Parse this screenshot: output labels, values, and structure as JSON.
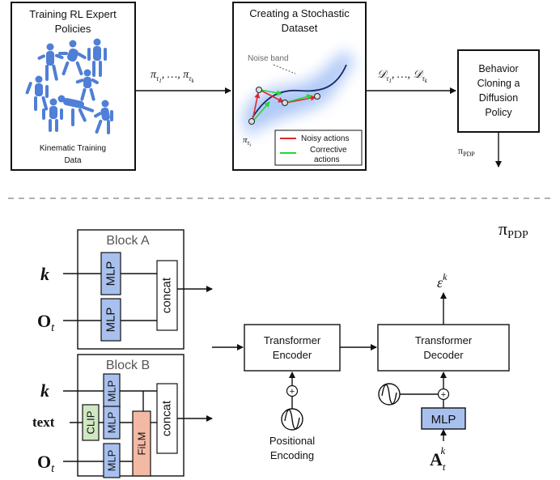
{
  "top": {
    "box1": {
      "title_line1": "Training RL Expert",
      "title_line2": "Policies",
      "caption_line1": "Kinematic Training",
      "caption_line2": "Data"
    },
    "arrow1_label": "π_τ1, …, π_τk",
    "box2": {
      "title_line1": "Creating a Stochastic",
      "title_line2": "Dataset",
      "noise_band": "Noise band",
      "pi_label": "π_τi",
      "legend": {
        "noisy": "Noisy actions",
        "corrective_line1": "Corrective",
        "corrective_line2": "actions"
      }
    },
    "arrow2_label": "D_τ1, …, D_τk",
    "box3": {
      "line1": "Behavior",
      "line2": "Cloning a",
      "line3": "Diffusion",
      "line4": "Policy"
    },
    "output_label": "π_PDP"
  },
  "bottom": {
    "pi_title": "π_PDP",
    "block_a": {
      "title": "Block A",
      "k": "k",
      "obs": "O",
      "obs_sub": "t",
      "mlp1": "MLP",
      "mlp2": "MLP",
      "concat": "concat"
    },
    "block_b": {
      "title": "Block B",
      "k": "k",
      "text": "text",
      "obs": "O",
      "obs_sub": "t",
      "mlp1": "MLP",
      "mlp2": "MLP",
      "mlp3": "MLP",
      "clip": "CLIP",
      "film": "FiLM",
      "concat": "concat"
    },
    "encoder": {
      "line1": "Transformer",
      "line2": "Encoder"
    },
    "pos_enc": {
      "line1": "Positional",
      "line2": "Encoding"
    },
    "decoder": {
      "line1": "Transformer",
      "line2": "Decoder"
    },
    "eps": "ε",
    "eps_sup": "k",
    "mlp": "MLP",
    "action": "A",
    "action_sub": "t",
    "action_sup": "k",
    "plus": "+"
  },
  "colors": {
    "mlp_blue": "#a8c0ee",
    "clip_green": "#cfe8c3",
    "film_salmon": "#f3b9a5",
    "noise_blue": "#6f9df0",
    "noisy_red": "#e0262c",
    "corrective_green": "#26d634",
    "figure_blue": "#4f7fd6"
  }
}
